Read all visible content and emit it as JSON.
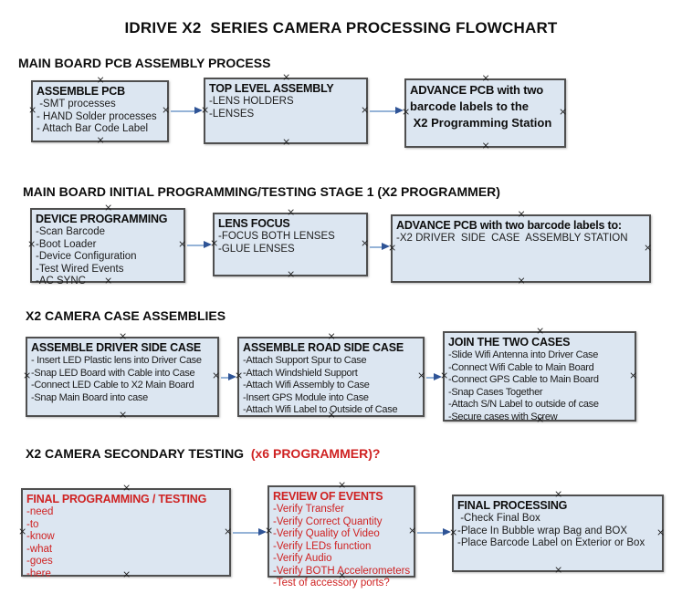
{
  "title": "IDRIVE X2  SERIES CAMERA PROCESSING FLOWCHART",
  "colors": {
    "box_fill": "#dce6f1",
    "box_border": "#4f4f4f",
    "arrow_line": "#95b3d7",
    "arrow_head": "#2f5496",
    "red_text": "#cf2222"
  },
  "sections": [
    {
      "heading": "MAIN BOARD PCB ASSEMBLY PROCESS",
      "boxes": [
        {
          "title": "ASSEMBLE PCB",
          "items": [
            " -SMT processes",
            "- HAND Solder processes",
            "- Attach Bar Code Label"
          ]
        },
        {
          "title": "TOP LEVEL ASSEMBLY",
          "items": [
            "-LENS HOLDERS",
            "-LENSES"
          ]
        },
        {
          "title": "ADVANCE PCB with two",
          "items": [
            "barcode labels to the",
            " X2 Programming Station"
          ]
        }
      ]
    },
    {
      "heading": "MAIN BOARD INITIAL PROGRAMMING/TESTING STAGE 1 (X2 PROGRAMMER)",
      "boxes": [
        {
          "title": "DEVICE PROGRAMMING",
          "items": [
            "-Scan Barcode",
            "-Boot Loader",
            "-Device Configuration",
            "-Test Wired Events",
            "-AC SYNC"
          ]
        },
        {
          "title": "LENS FOCUS",
          "items": [
            "-FOCUS BOTH LENSES",
            "-GLUE LENSES"
          ]
        },
        {
          "title": "ADVANCE PCB with two barcode labels to:",
          "items": [
            "-X2 DRIVER  SIDE  CASE  ASSEMBLY STATION"
          ]
        }
      ]
    },
    {
      "heading": "X2 CAMERA CASE ASSEMBLIES",
      "boxes": [
        {
          "title": "ASSEMBLE DRIVER SIDE CASE",
          "items": [
            "- Insert LED Plastic lens into Driver Case",
            "-Snap LED Board with Cable into Case",
            "-Connect LED Cable to X2 Main Board",
            "-Snap Main Board into case"
          ]
        },
        {
          "title": "ASSEMBLE ROAD SIDE CASE",
          "items": [
            "-Attach Support Spur to Case",
            "-Attach Windshield Support",
            "-Attach Wifi Assembly to Case",
            "-Insert GPS Module into Case",
            "-Attach Wifi Label to Outside of Case"
          ]
        },
        {
          "title": "JOIN THE TWO CASES",
          "items": [
            "-Slide Wifi Antenna into Driver Case",
            "-Connect Wifi Cable to Main Board",
            "-Connect GPS Cable to Main Board",
            "-Snap Cases Together",
            "-Attach S/N Label to outside of case",
            "-Secure cases with Screw"
          ]
        }
      ]
    },
    {
      "heading": "X2 CAMERA SECONDARY TESTING ",
      "heading_red": " (x6 PROGRAMMER)?",
      "boxes": [
        {
          "title": "FINAL PROGRAMMING / TESTING",
          "items": [
            "-need",
            "-to",
            "-know",
            "-what",
            "-goes",
            "-here"
          ]
        },
        {
          "title": "REVIEW OF EVENTS",
          "items": [
            "-Verify Transfer",
            "-Verify Correct Quantity",
            "-Verify Quality of Video",
            "-Verify LEDs function",
            "-Verify Audio",
            "-Verify BOTH Accelerometers",
            "-Test of accessory ports?"
          ]
        },
        {
          "title": "FINAL PROCESSING",
          "items": [
            " -Check Final Box",
            "-Place In Bubble wrap Bag and BOX",
            "-Place Barcode Label on Exterior or Box"
          ]
        }
      ]
    }
  ]
}
